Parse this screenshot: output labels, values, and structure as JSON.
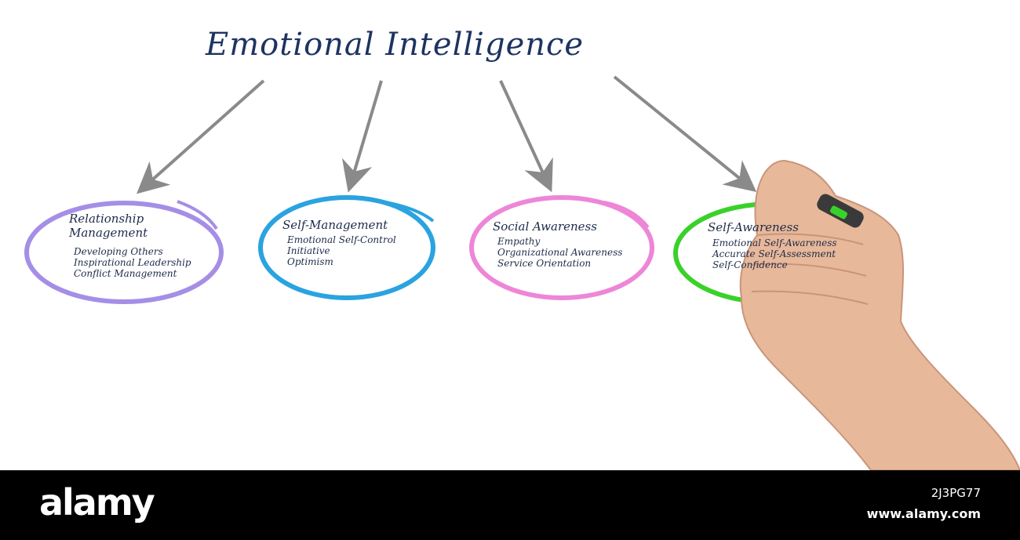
{
  "diagram": {
    "title": "Emotional Intelligence",
    "nodes": [
      {
        "title": "Relationship Management",
        "items": [
          "Developing Others",
          "Inspirational Leadership",
          "Conflict Management"
        ],
        "color": "#a58ee6"
      },
      {
        "title": "Self-Management",
        "items": [
          "Emotional Self-Control",
          "Initiative",
          "Optimism"
        ],
        "color": "#2aa3e0"
      },
      {
        "title": "Social Awareness",
        "items": [
          "Empathy",
          "Organizational Awareness",
          "Service Orientation"
        ],
        "color": "#ee86d8"
      },
      {
        "title": "Self-Awareness",
        "items": [
          "Emotional Self-Awareness",
          "Accurate Self-Assessment",
          "Self-Confidence"
        ],
        "color": "#3ad12a"
      }
    ],
    "arrow_color": "#8a8a8a",
    "title_color": "#1d3461"
  },
  "footer": {
    "brand": "alamy",
    "image_id": "2J3PG77",
    "url": "www.alamy.com"
  }
}
